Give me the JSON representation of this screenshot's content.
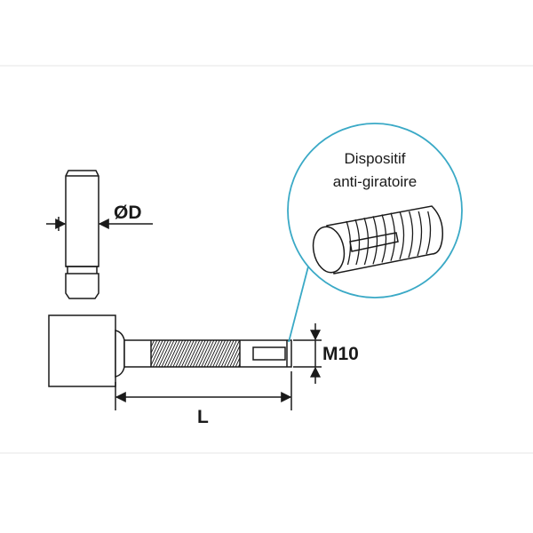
{
  "labels": {
    "diameter": "ØD",
    "length": "L",
    "thread": "M10",
    "callout_line1": "Dispositif",
    "callout_line2": "anti-giratoire"
  },
  "colors": {
    "line": "#1a1a1a",
    "callout_circle": "#3aa9c6",
    "callout_leader": "#3aa9c6",
    "body_fill": "#ffffff",
    "frame": "#eeeeee"
  }
}
